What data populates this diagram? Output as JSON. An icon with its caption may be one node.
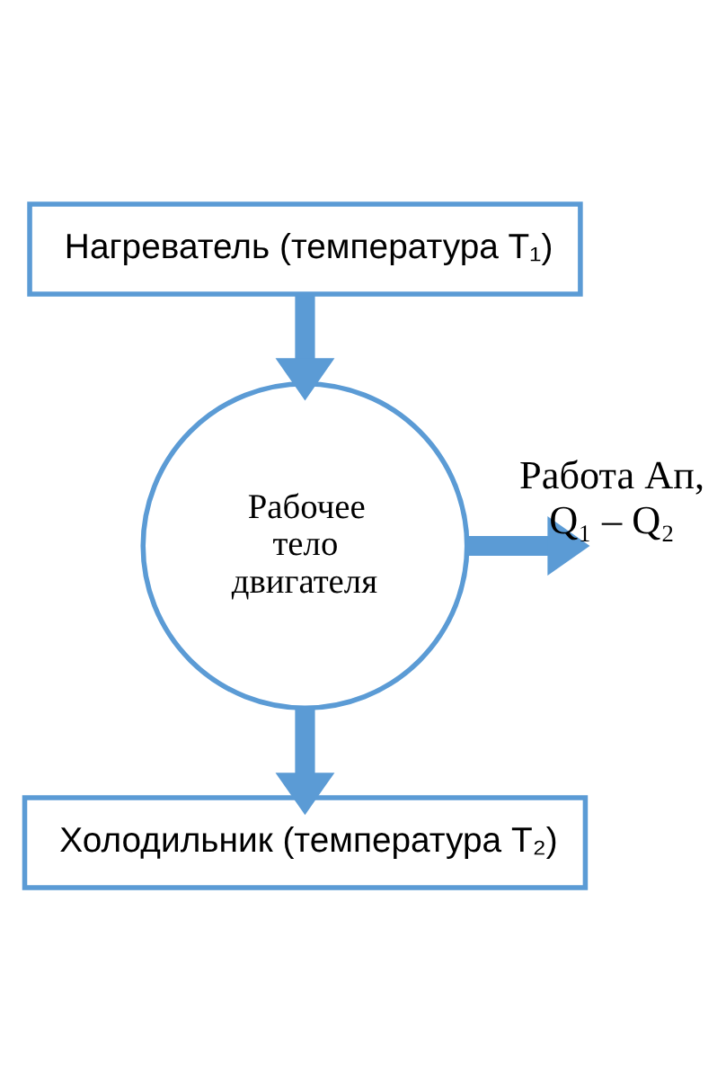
{
  "diagram": {
    "nodes": [
      {
        "text": [
          "Нагреватель (температура T₁)"
        ]
      },
      {
        "text": [
          "Рабочее тело двигателя"
        ]
      },
      {
        "text": [
          "Холодильник (температура T₂)"
        ]
      }
    ],
    "edges": [
      {
        "from": 0,
        "to": 1,
        "arrow": "to"
      },
      {
        "from": 1,
        "to": null,
        "arrow": "to",
        "label": "Работа Aп, Q₁ – Q₂"
      },
      {
        "from": 1,
        "to": 2,
        "arrow": "to"
      }
    ]
  }
}
